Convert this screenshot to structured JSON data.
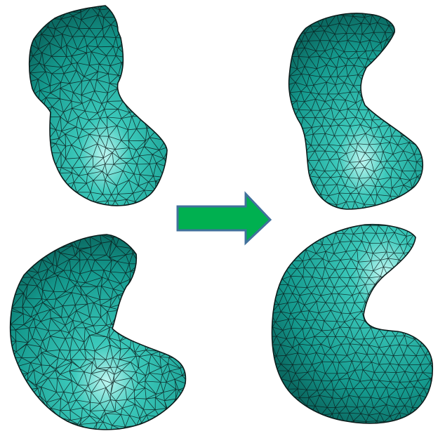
{
  "figure": {
    "panels": [
      {
        "id": "top-left",
        "label": "",
        "quality": "raw"
      },
      {
        "id": "top-right",
        "label": "",
        "quality": "remeshed"
      },
      {
        "id": "bottom-left",
        "label": "",
        "quality": "raw"
      },
      {
        "id": "bottom-right",
        "label": "",
        "quality": "remeshed"
      }
    ],
    "arrow": {
      "direction": "right",
      "fill": "#00b050",
      "stroke": "#41719c"
    },
    "colors": {
      "mesh_fill": "#1aa89a",
      "mesh_fill_light": "#7fe6dc",
      "mesh_fill_dark": "#0b6b63",
      "wire": "#0b1b1a",
      "background": "#ffffff"
    }
  }
}
